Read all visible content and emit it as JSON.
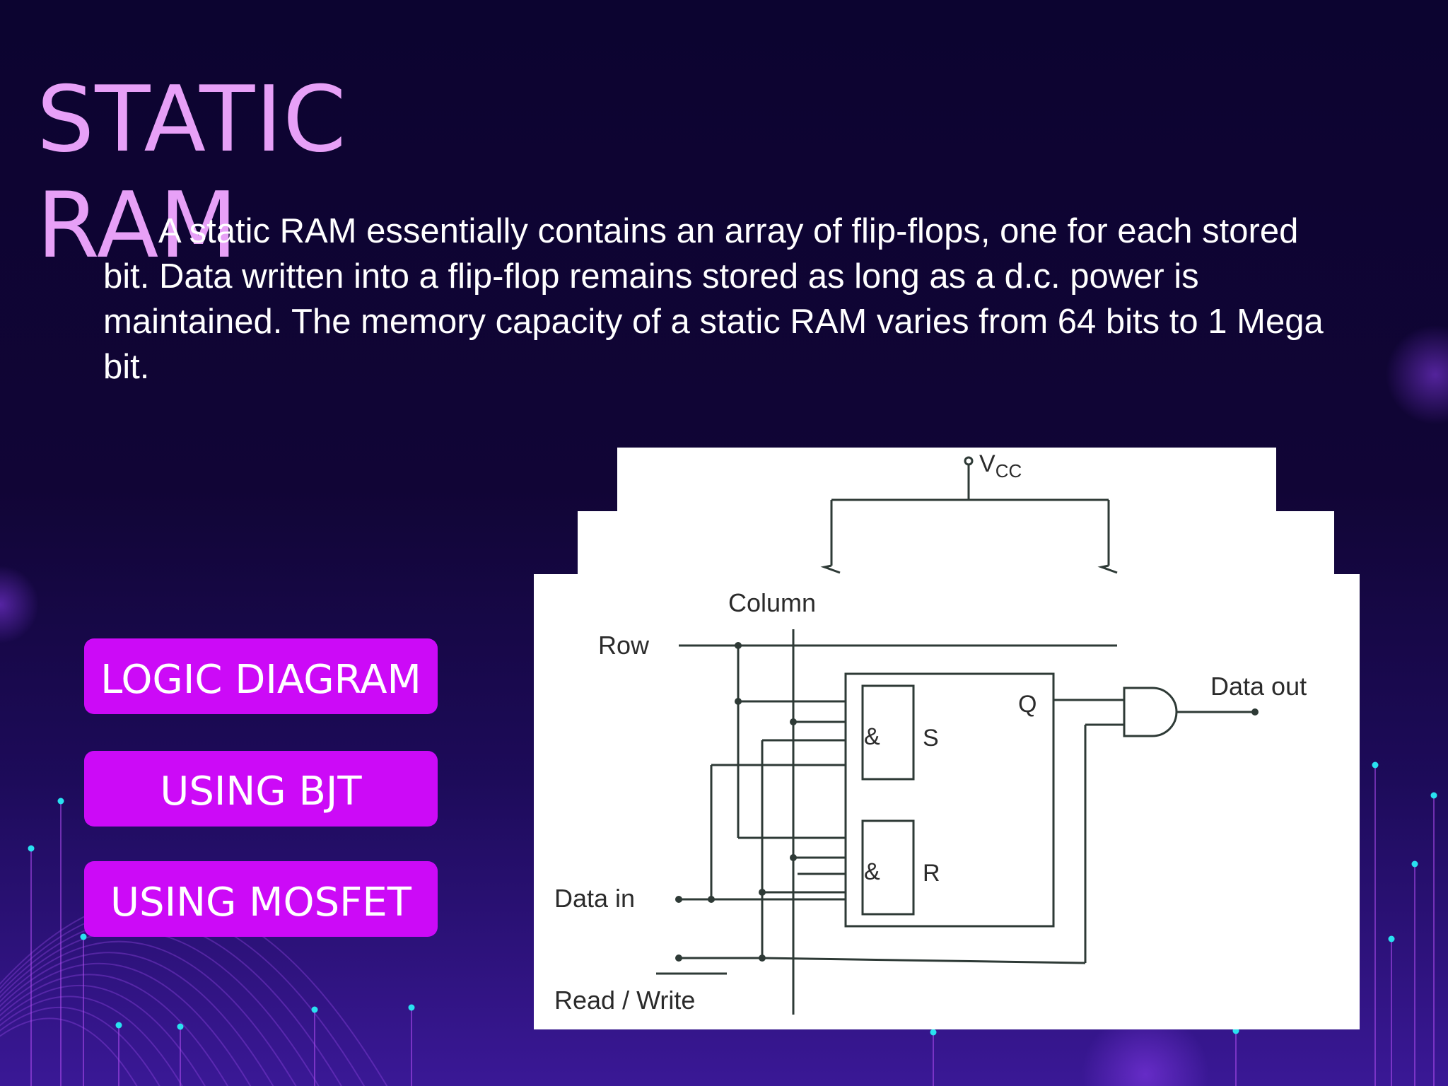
{
  "slide": {
    "title": "STATIC RAM",
    "body": "A static RAM essentially contains an array of flip-flops, one for each stored bit. Data written into a flip-flop remains stored as long as a d.c. power is maintained. The memory capacity of a static RAM varies from 64 bits to 1 Mega bit."
  },
  "buttons": [
    {
      "label": "LOGIC DIAGRAM"
    },
    {
      "label": "USING BJT"
    },
    {
      "label": "USING MOSFET"
    }
  ],
  "diagram": {
    "vcc": "V",
    "vcc_sub": "CC",
    "column": "Column",
    "row": "Row",
    "data_out": "Data out",
    "q": "Q",
    "gate_top": "&",
    "gate_bottom": "&",
    "s": "S",
    "r": "R",
    "data_in": "Data in",
    "read_write": "Read / Write"
  },
  "colors": {
    "accent": "#cc0af7",
    "title": "#e7a0f7",
    "background": "#0c0430",
    "decor_dot": "#29e1f0"
  }
}
